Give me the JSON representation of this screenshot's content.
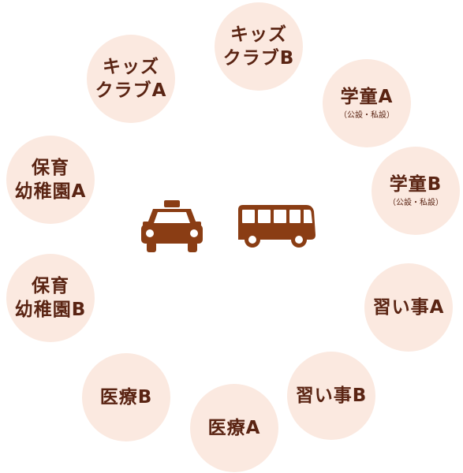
{
  "diagram": {
    "colors": {
      "bubble_fill": "#fbe9e0",
      "text": "#5a2413",
      "vehicle": "#8a3d14"
    },
    "center_icons": [
      "taxi-icon",
      "bus-icon"
    ],
    "nodes": [
      {
        "id": "kids-club-b",
        "lines": [
          "キッズ",
          "クラブB"
        ],
        "sub": ""
      },
      {
        "id": "gakudo-a",
        "lines": [
          "学童A"
        ],
        "sub": "（公設・私設）"
      },
      {
        "id": "gakudo-b",
        "lines": [
          "学童B"
        ],
        "sub": "（公設・私設）"
      },
      {
        "id": "naraigoto-a",
        "lines": [
          "習い事A"
        ],
        "sub": ""
      },
      {
        "id": "naraigoto-b",
        "lines": [
          "習い事B"
        ],
        "sub": ""
      },
      {
        "id": "iryo-a",
        "lines": [
          "医療A"
        ],
        "sub": ""
      },
      {
        "id": "iryo-b",
        "lines": [
          "医療B"
        ],
        "sub": ""
      },
      {
        "id": "hoiku-b",
        "lines": [
          "保育",
          "幼稚園B"
        ],
        "sub": ""
      },
      {
        "id": "hoiku-a",
        "lines": [
          "保育",
          "幼稚園A"
        ],
        "sub": ""
      },
      {
        "id": "kids-club-a",
        "lines": [
          "キッズ",
          "クラブA"
        ],
        "sub": ""
      }
    ]
  }
}
